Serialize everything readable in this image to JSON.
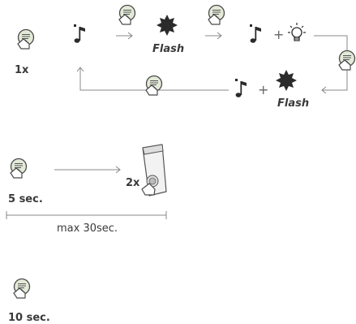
{
  "steps": {
    "press_1x": "1x",
    "flash_label_1": "Flash",
    "flash_label_2": "Flash",
    "plus_1": "+",
    "plus_2": "+",
    "hold_5s": "5 sec.",
    "press_2x": "2x",
    "max_30": "max 30sec.",
    "hold_10s": "10 sec."
  },
  "icons": {
    "button_hand": "press-button-icon",
    "note": "music-note-icon",
    "flash": "flash-burst-icon",
    "bulb": "light-bulb-icon",
    "device": "doorbell-device-icon"
  },
  "colors": {
    "line": "#888888",
    "text": "#3a3a3a",
    "icon_fill": "#2b2b2b",
    "button_green": "#dde8cf"
  }
}
